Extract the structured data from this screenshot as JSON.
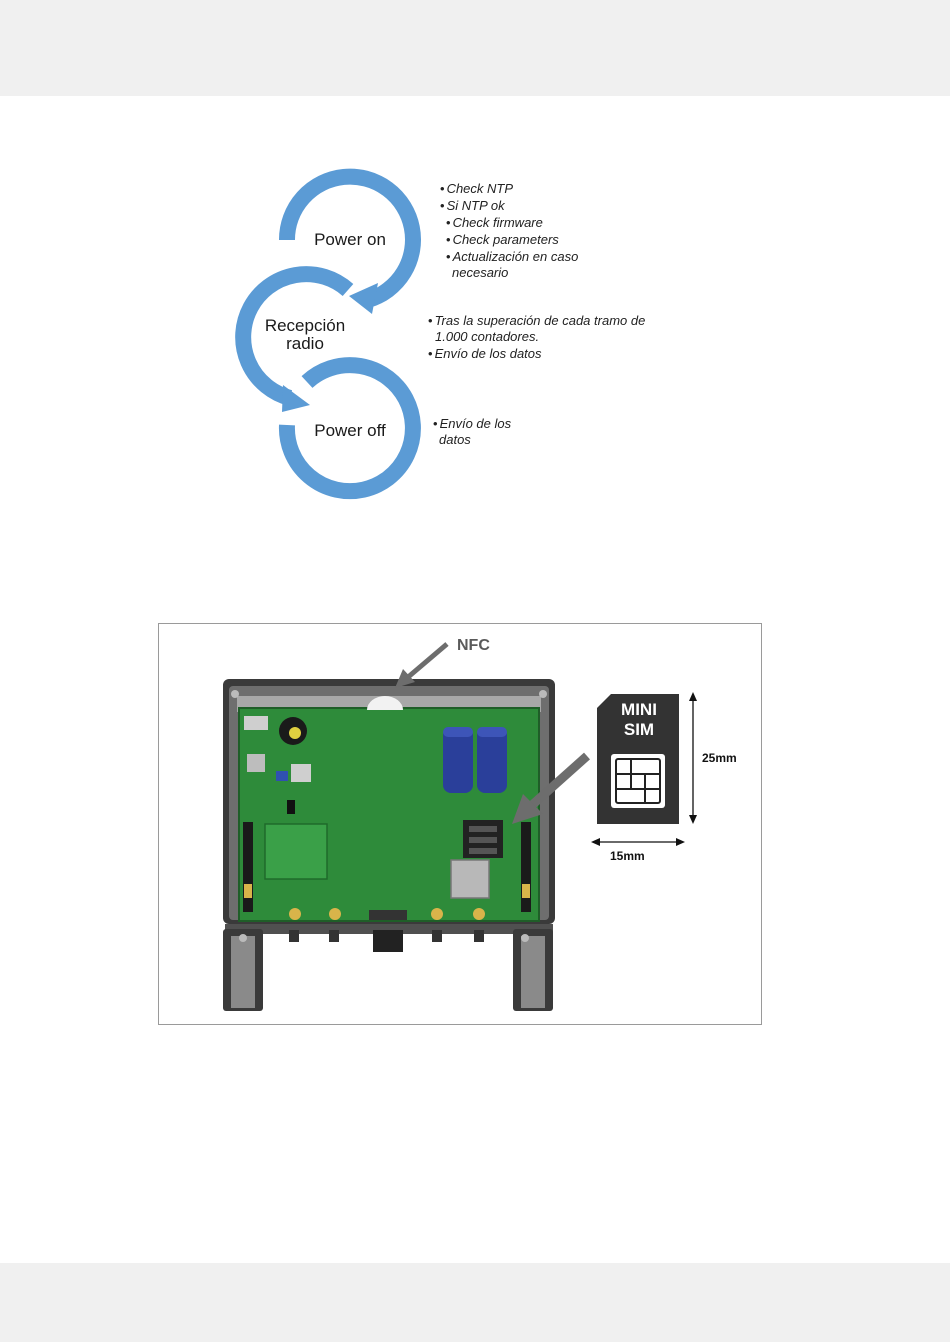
{
  "cycle": {
    "nodes": {
      "power_on": "Power on",
      "reception_line1": "Recepción",
      "reception_line2": "radio",
      "power_off": "Power off"
    },
    "power_on_notes": [
      "Check NTP",
      "Si NTP ok",
      "Check firmware",
      "Check parameters",
      "Actualización en caso",
      "necesario"
    ],
    "reception_notes": [
      "Tras la superación de cada tramo de",
      "1.000 contadores.",
      "Envío de los datos"
    ],
    "power_off_notes": [
      "Envío de los",
      "datos"
    ],
    "color": "#5b9bd5"
  },
  "device_figure": {
    "nfc_label": "NFC",
    "sim_line1": "MINI",
    "sim_line2": "SIM",
    "height_label": "25mm",
    "width_label": "15mm",
    "pcb_color": "#2e8b3a",
    "case_color": "#3a3a3a"
  }
}
